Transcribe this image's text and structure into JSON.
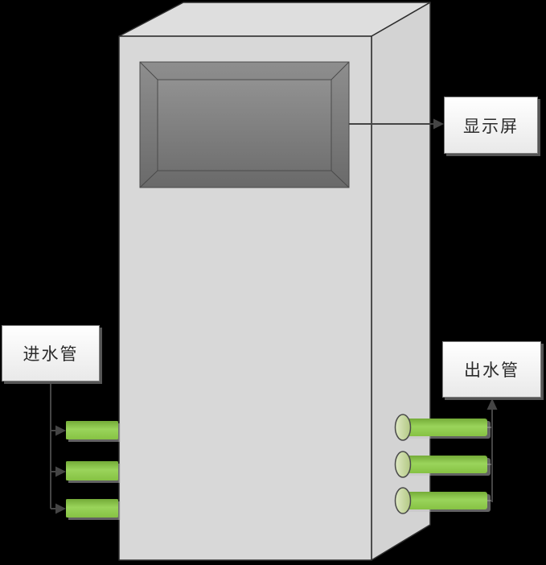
{
  "labels": {
    "display_screen": "显示屏",
    "inlet_pipe": "进水管",
    "outlet_pipe": "出水管"
  },
  "machine": {
    "inlet_pipe_count": 3,
    "outlet_pipe_count": 3,
    "parts": [
      "cabinet",
      "display-screen",
      "inlet-pipes",
      "outlet-pipes"
    ]
  },
  "colors": {
    "background": "#000000",
    "cabinet-front": "#d8d8d8",
    "cabinet-top": "#dedede",
    "cabinet-side": "#d3d3d3",
    "cabinet-edge": "#2e2e2e",
    "screen-frame-light": "#8e8e8e",
    "screen-frame-dark": "#6a6a6a",
    "screen-inner-light": "#919191",
    "screen-inner-dark": "#717171",
    "screen-edge": "#4a4a4a",
    "pipe-green": "#86c243",
    "pipe-green-light": "#9ad45b",
    "pipe-green-dark": "#74ab38",
    "pipe-cap-light": "#dfe9c4",
    "pipe-cap-dark": "#b3c983",
    "pipe-shadow": "#c4c4c4",
    "connector": "#454545",
    "label-border": "#7f7f7f",
    "label-bg-top": "#ffffff",
    "label-bg-bottom": "#e9e9e9",
    "label-text": "#2b2b2b",
    "label-shadow": "#555555"
  }
}
